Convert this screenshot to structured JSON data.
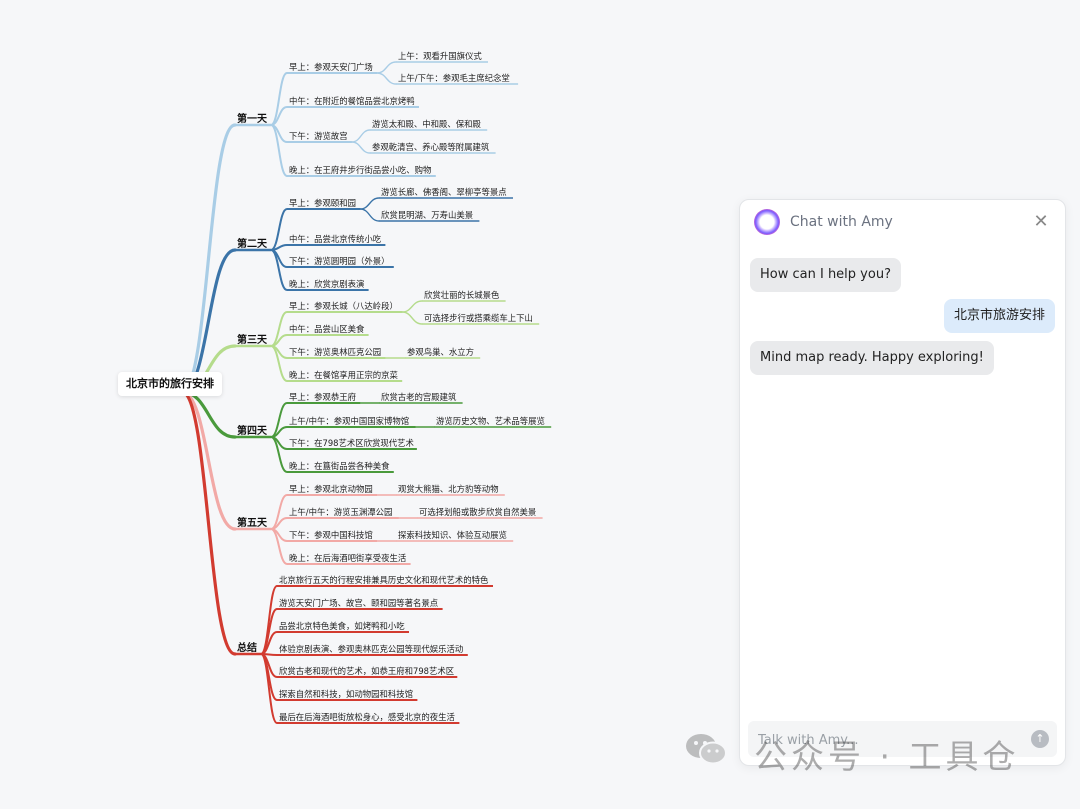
{
  "mindmap": {
    "root": "北京市的旅行安排",
    "days": [
      {
        "label": "第一天",
        "color": "#a9cde6",
        "items": [
          {
            "text": "早上：参观天安门广场",
            "children": [
              "上午：观看升国旗仪式",
              "上午/下午：参观毛主席纪念堂"
            ]
          },
          {
            "text": "中午：在附近的餐馆品尝北京烤鸭",
            "children": []
          },
          {
            "text": "下午：游览故宫",
            "children": [
              "游览太和殿、中和殿、保和殿",
              "参观乾清宫、养心殿等附属建筑"
            ]
          },
          {
            "text": "晚上：在王府井步行街品尝小吃、购物",
            "children": []
          }
        ]
      },
      {
        "label": "第二天",
        "color": "#3b74a8",
        "items": [
          {
            "text": "早上：参观颐和园",
            "children": [
              "游览长廊、佛香阁、翠柳亭等景点",
              "欣赏昆明湖、万寿山美景"
            ]
          },
          {
            "text": "中午：品尝北京传统小吃",
            "children": []
          },
          {
            "text": "下午：游览圆明园（外景）",
            "children": []
          },
          {
            "text": "晚上：欣赏京剧表演",
            "children": []
          }
        ]
      },
      {
        "label": "第三天",
        "color": "#b5dc8c",
        "items": [
          {
            "text": "早上：参观长城（八达岭段）",
            "children": [
              "欣赏壮丽的长城景色",
              "可选择步行或搭乘缆车上下山"
            ]
          },
          {
            "text": "中午：品尝山区美食",
            "children": []
          },
          {
            "text": "下午：游览奥林匹克公园",
            "children": [
              "参观鸟巢、水立方"
            ]
          },
          {
            "text": "晚上：在餐馆享用正宗的京菜",
            "children": []
          }
        ]
      },
      {
        "label": "第四天",
        "color": "#4a9a3c",
        "items": [
          {
            "text": "早上：参观恭王府",
            "children": [
              "欣赏古老的宫殿建筑"
            ]
          },
          {
            "text": "上午/中午：参观中国国家博物馆",
            "children": [
              "游览历史文物、艺术品等展览"
            ]
          },
          {
            "text": "下午：在798艺术区欣赏现代艺术",
            "children": []
          },
          {
            "text": "晚上：在簋街品尝各种美食",
            "children": []
          }
        ]
      },
      {
        "label": "第五天",
        "color": "#f2a9a6",
        "items": [
          {
            "text": "早上：参观北京动物园",
            "children": [
              "观赏大熊猫、北方豹等动物"
            ]
          },
          {
            "text": "上午/中午：游览玉渊潭公园",
            "children": [
              "可选择划船或散步欣赏自然美景"
            ]
          },
          {
            "text": "下午：参观中国科技馆",
            "children": [
              "探索科技知识、体验互动展览"
            ]
          },
          {
            "text": "晚上：在后海酒吧街享受夜生活",
            "children": []
          }
        ]
      },
      {
        "label": "总结",
        "color": "#d23b30",
        "items": [
          {
            "text": "北京旅行五天的行程安排兼具历史文化和现代艺术的特色",
            "children": []
          },
          {
            "text": "游览天安门广场、故宫、颐和园等著名景点",
            "children": []
          },
          {
            "text": "品尝北京特色美食，如烤鸭和小吃",
            "children": []
          },
          {
            "text": "体验京剧表演、参观奥林匹克公园等现代娱乐活动",
            "children": []
          },
          {
            "text": "欣赏古老和现代的艺术，如恭王府和798艺术区",
            "children": []
          },
          {
            "text": "探索自然和科技，如动物园和科技馆",
            "children": []
          },
          {
            "text": "最后在后海酒吧街放松身心，感受北京的夜生活",
            "children": []
          }
        ]
      }
    ]
  },
  "chat": {
    "title": "Chat with Amy",
    "close_icon": "close-icon",
    "messages": [
      {
        "role": "bot",
        "text": "How can I help you?"
      },
      {
        "role": "user",
        "text": "北京市旅游安排"
      },
      {
        "role": "bot",
        "text": "Mind map ready. Happy exploring!"
      }
    ],
    "input_placeholder": "Talk with Amy...",
    "send_icon": "arrow-up-icon"
  },
  "watermark": {
    "text": "公众号 · 工具仓",
    "logo_icon": "wechat-logo-icon"
  }
}
